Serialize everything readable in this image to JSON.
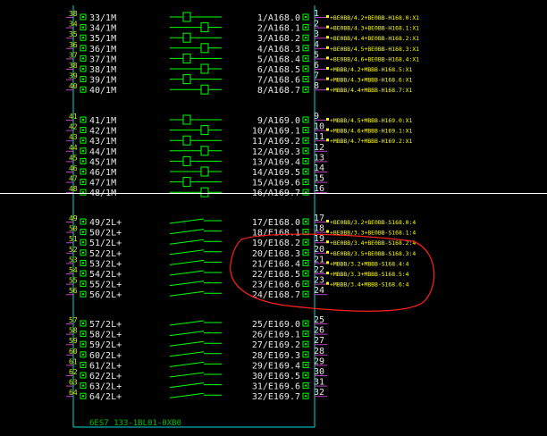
{
  "colors": {
    "background": "#000000",
    "text": "#e8e8e8",
    "pin": "#00ff00",
    "frame": "#00d8d8",
    "cursor": "#ffffff",
    "ref": "#ffff00",
    "markup": "#ff0000",
    "left_num": "#e0e000"
  },
  "module_label": "6ES7 133-1BL01-0XB0",
  "groups": [
    {
      "kind": "output",
      "rows": [
        {
          "left_num": "38",
          "left": "33/1M",
          "right": "1/A168.0",
          "right_num": "1",
          "ref": "+BE0BB/4.2+BE0BB-H168.0:X1"
        },
        {
          "left_num": "34",
          "left": "34/1M",
          "right": "2/A168.1",
          "right_num": "2",
          "ref": "+BE0BB/4.3+BE0BB-H168.1:X1"
        },
        {
          "left_num": "35",
          "left": "35/1M",
          "right": "3/A168.2",
          "right_num": "3",
          "ref": "+BE0BB/4.4+BE0BB-H168.2:X1"
        },
        {
          "left_num": "36",
          "left": "36/1M",
          "right": "4/A168.3",
          "right_num": "4",
          "ref": "+BE0BB/4.5+BE0BB-H168.3:X1"
        },
        {
          "left_num": "37",
          "left": "37/1M",
          "right": "5/A168.4",
          "right_num": "5",
          "ref": "+BE0BB/4.6+BE0BB-H168.4:X1"
        },
        {
          "left_num": "38",
          "left": "38/1M",
          "right": "6/A168.5",
          "right_num": "6",
          "ref": "+MBBB/4.2+MBBB-H168.5:X1"
        },
        {
          "left_num": "39",
          "left": "39/1M",
          "right": "7/A168.6",
          "right_num": "7",
          "ref": "+MBBB/4.3+MBBB-H168.6:X1"
        },
        {
          "left_num": "40",
          "left": "40/1M",
          "right": "8/A168.7",
          "right_num": "8",
          "ref": "+MBBB/4.4+MBBB-H168.7:X1"
        }
      ]
    },
    {
      "kind": "output",
      "rows": [
        {
          "left_num": "41",
          "left": "41/1M",
          "right": "9/A169.0",
          "right_num": "9",
          "ref": "+MBBB/4.5+MBBB-H169.0:X1"
        },
        {
          "left_num": "42",
          "left": "42/1M",
          "right": "10/A169.1",
          "right_num": "10",
          "ref": "+MBBB/4.6+MBBB-H169.1:X1"
        },
        {
          "left_num": "43",
          "left": "43/1M",
          "right": "11/A169.2",
          "right_num": "11",
          "ref": "+MBBB/4.7+MBBB-H169.2:X1"
        },
        {
          "left_num": "44",
          "left": "44/1M",
          "right": "12/A169.3",
          "right_num": "12",
          "ref": ""
        },
        {
          "left_num": "45",
          "left": "45/1M",
          "right": "13/A169.4",
          "right_num": "13",
          "ref": ""
        },
        {
          "left_num": "46",
          "left": "46/1M",
          "right": "14/A169.5",
          "right_num": "14",
          "ref": ""
        },
        {
          "left_num": "47",
          "left": "47/1M",
          "right": "15/A169.6",
          "right_num": "15",
          "ref": ""
        },
        {
          "left_num": "48",
          "left": "48/1M",
          "right": "16/A169.7",
          "right_num": "16",
          "ref": ""
        }
      ]
    },
    {
      "kind": "input",
      "rows": [
        {
          "left_num": "49",
          "left": "49/2L+",
          "right": "17/E168.0",
          "right_num": "17",
          "ref": "+BE0BB/3.2+BE0BB-S168.0:4"
        },
        {
          "left_num": "50",
          "left": "50/2L+",
          "right": "18/E168.1",
          "right_num": "18",
          "ref": "+BE0BB/3.3+BE0BB-S168.1:4"
        },
        {
          "left_num": "51",
          "left": "51/2L+",
          "right": "19/E168.2",
          "right_num": "19",
          "ref": "+BE0BB/3.4+BE0BB-S168.2:4"
        },
        {
          "left_num": "52",
          "left": "52/2L+",
          "right": "20/E168.3",
          "right_num": "20",
          "ref": "+BE0BB/3.5+BE0BB-S168.3:4"
        },
        {
          "left_num": "53",
          "left": "53/2L+",
          "right": "21/E168.4",
          "right_num": "21",
          "ref": "+MBBB/3.2+MBBB-S168.4:4"
        },
        {
          "left_num": "54",
          "left": "54/2L+",
          "right": "22/E168.5",
          "right_num": "22",
          "ref": "+MBBB/3.3+MBBB-S168.5:4"
        },
        {
          "left_num": "55",
          "left": "55/2L+",
          "right": "23/E168.6",
          "right_num": "23",
          "ref": "+MBBB/3.4+MBBB-S168.6:4"
        },
        {
          "left_num": "56",
          "left": "56/2L+",
          "right": "24/E168.7",
          "right_num": "24",
          "ref": ""
        }
      ]
    },
    {
      "kind": "input",
      "rows": [
        {
          "left_num": "57",
          "left": "57/2L+",
          "right": "25/E169.0",
          "right_num": "25",
          "ref": ""
        },
        {
          "left_num": "58",
          "left": "58/2L+",
          "right": "26/E169.1",
          "right_num": "26",
          "ref": ""
        },
        {
          "left_num": "59",
          "left": "59/2L+",
          "right": "27/E169.2",
          "right_num": "27",
          "ref": ""
        },
        {
          "left_num": "60",
          "left": "60/2L+",
          "right": "28/E169.3",
          "right_num": "28",
          "ref": ""
        },
        {
          "left_num": "61",
          "left": "61/2L+",
          "right": "29/E169.4",
          "right_num": "29",
          "ref": ""
        },
        {
          "left_num": "62",
          "left": "62/2L+",
          "right": "30/E169.5",
          "right_num": "30",
          "ref": ""
        },
        {
          "left_num": "63",
          "left": "63/2L+",
          "right": "31/E169.6",
          "right_num": "31",
          "ref": ""
        },
        {
          "left_num": "64",
          "left": "64/2L+",
          "right": "32/E169.7",
          "right_num": "32",
          "ref": ""
        }
      ]
    }
  ]
}
